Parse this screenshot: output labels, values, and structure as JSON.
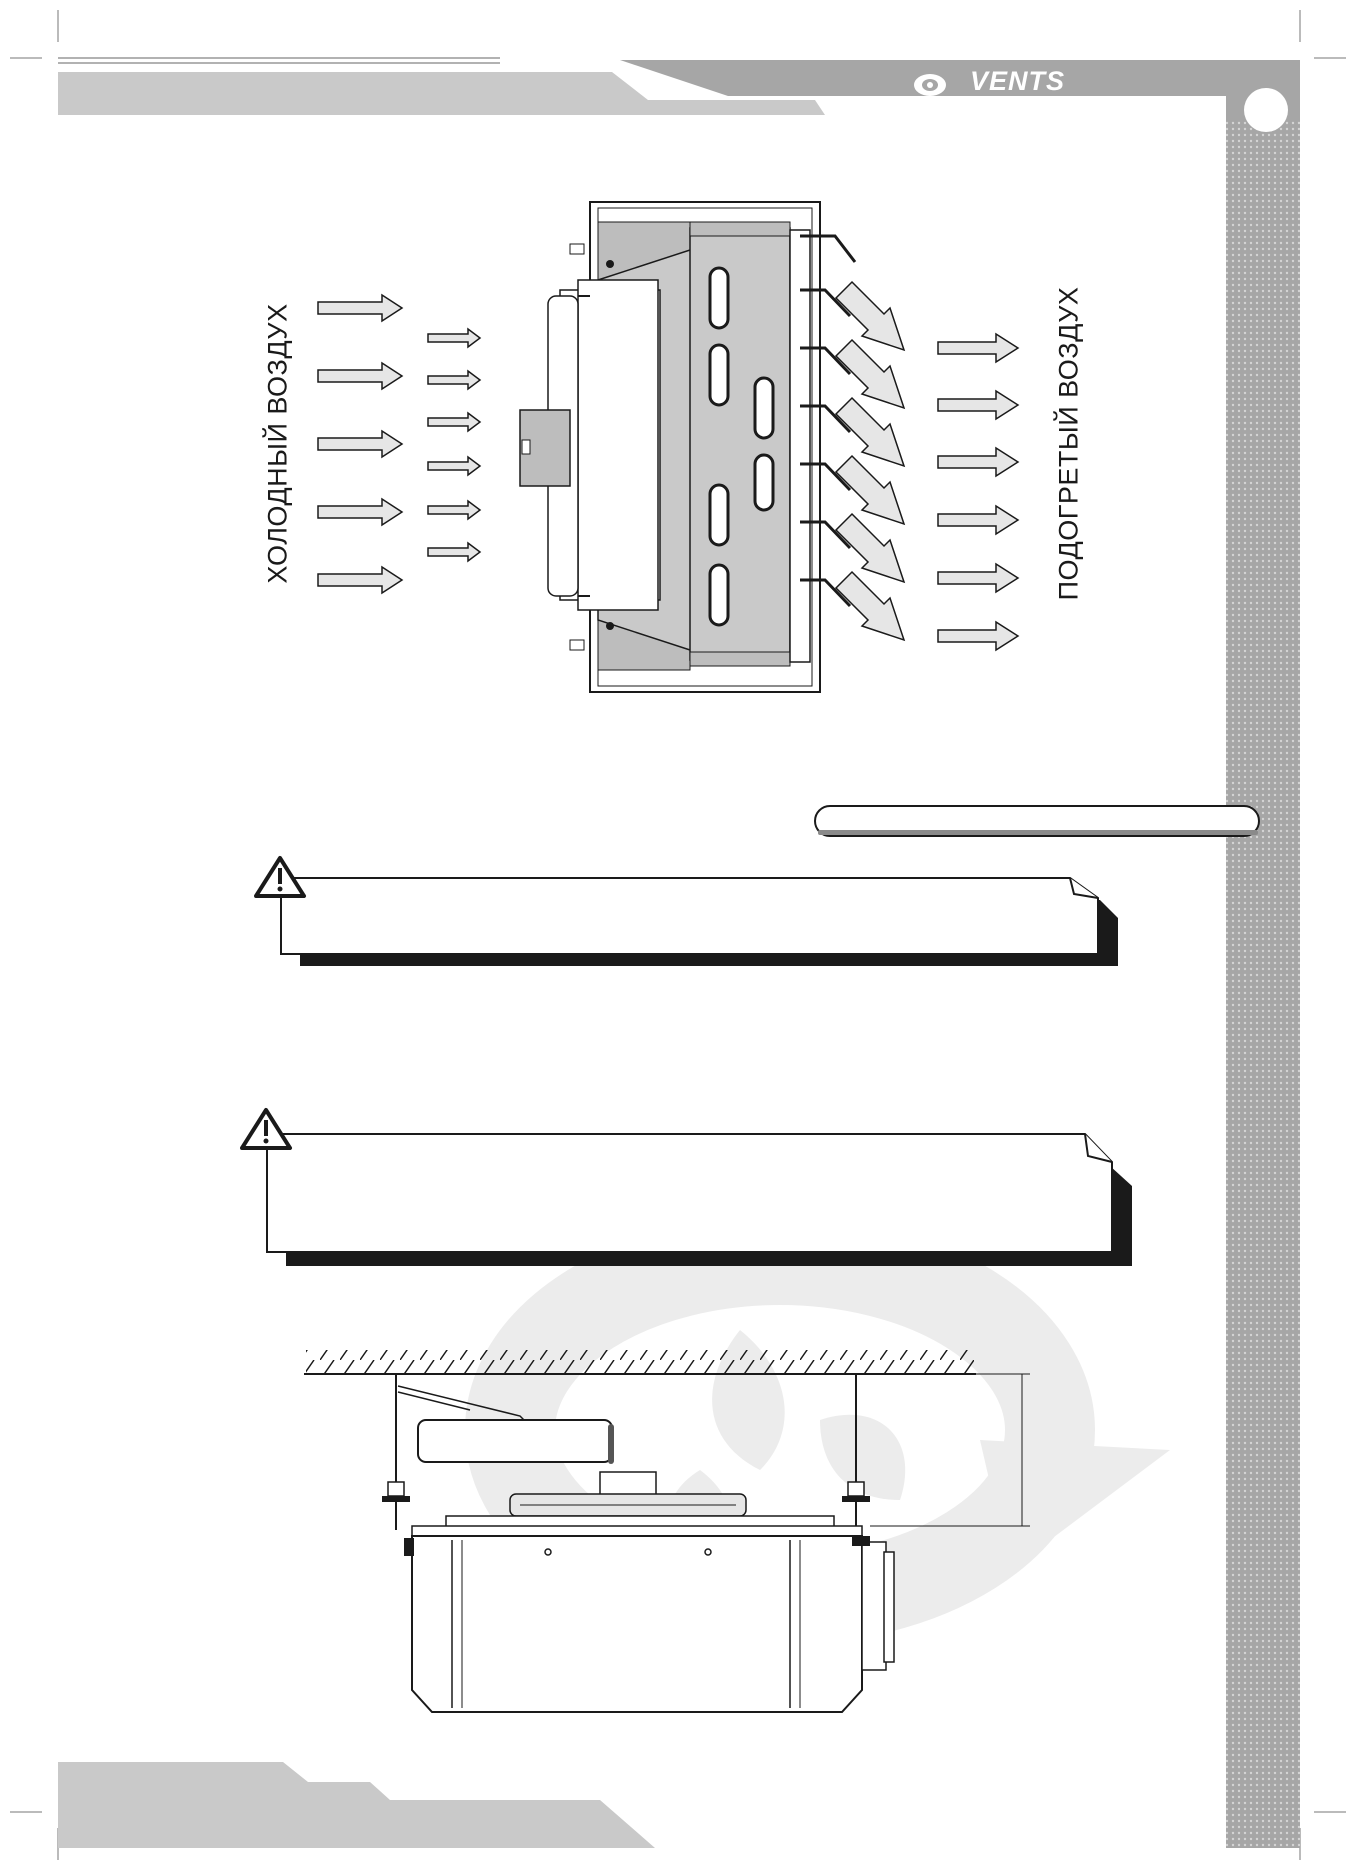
{
  "header": {
    "brand": "VENTS"
  },
  "airflow_diagram": {
    "cold_air_label": "ХОЛОДНЫЙ ВОЗДУХ",
    "heated_air_label": "ПОДОГРЕТЫЙ ВОЗДУХ"
  },
  "colors": {
    "band_gray": "#c9c9c9",
    "sidebar_gray": "#a6a6a6",
    "arrow_fill": "#e6e6e6",
    "line": "#1a1a1a",
    "watermark": "#ececec"
  }
}
